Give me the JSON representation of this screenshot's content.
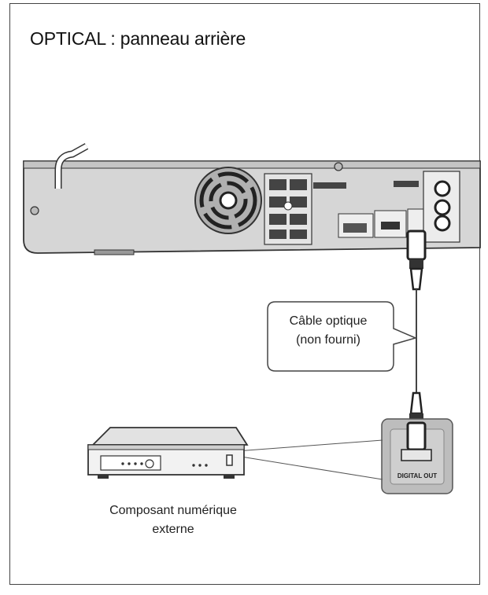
{
  "title": "OPTICAL : panneau arrière",
  "cable_label": {
    "line1": "Câble optique",
    "line2": "(non fourni)"
  },
  "component_label": {
    "line1": "Composant numérique",
    "line2": "externe"
  },
  "port_label": "DIGITAL OUT",
  "colors": {
    "border": "#444444",
    "device": "#d9d9d9",
    "device_stroke": "#333333",
    "callout_bg": "#bdbdbd"
  }
}
